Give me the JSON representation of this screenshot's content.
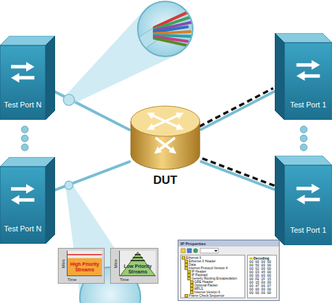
{
  "diagram": {
    "nodes": [
      {
        "text": [
          "Test Port N"
        ]
      },
      {
        "text": [
          "Test Port 1"
        ]
      },
      {
        "text": [
          "DUT"
        ]
      },
      {
        "text": [
          "Test Port N"
        ]
      },
      {
        "text": [
          "Test Port 1"
        ]
      },
      {
        "text": [
          "Mb/s",
          "High Priority Streams",
          "Time"
        ]
      },
      {
        "text": [
          "Mb/s",
          "Low Priority Streams",
          "Time"
        ]
      },
      {
        "text": [
          "IP Properties",
          "Ethernet II",
          "Ethernet II Header",
          "Data",
          "Internet Protocol Version 4",
          "IP Header",
          "IP Payload",
          "Generic Routing Encapsulation",
          "GRE Header",
          "Optional Packet",
          "MPLS",
          "Internet Version 6",
          "Frame Check Sequence",
          "Decoding",
          "00 00 00 00",
          "00 50 00 00",
          "00 02 00 00",
          "00 03 45 00",
          "00 00 00 00",
          "00 FE 2F 15",
          "00 1D 00 00",
          "00 47 00 07",
          "00 00 00 00",
          "00 00 00 00"
        ]
      }
    ],
    "edges": [
      {
        "from": 0,
        "to": 2,
        "arrow": "none"
      },
      {
        "from": 2,
        "to": 1,
        "arrow": "none"
      },
      {
        "from": 3,
        "to": 2,
        "arrow": "none"
      },
      {
        "from": 2,
        "to": 4,
        "arrow": "none"
      }
    ]
  }
}
